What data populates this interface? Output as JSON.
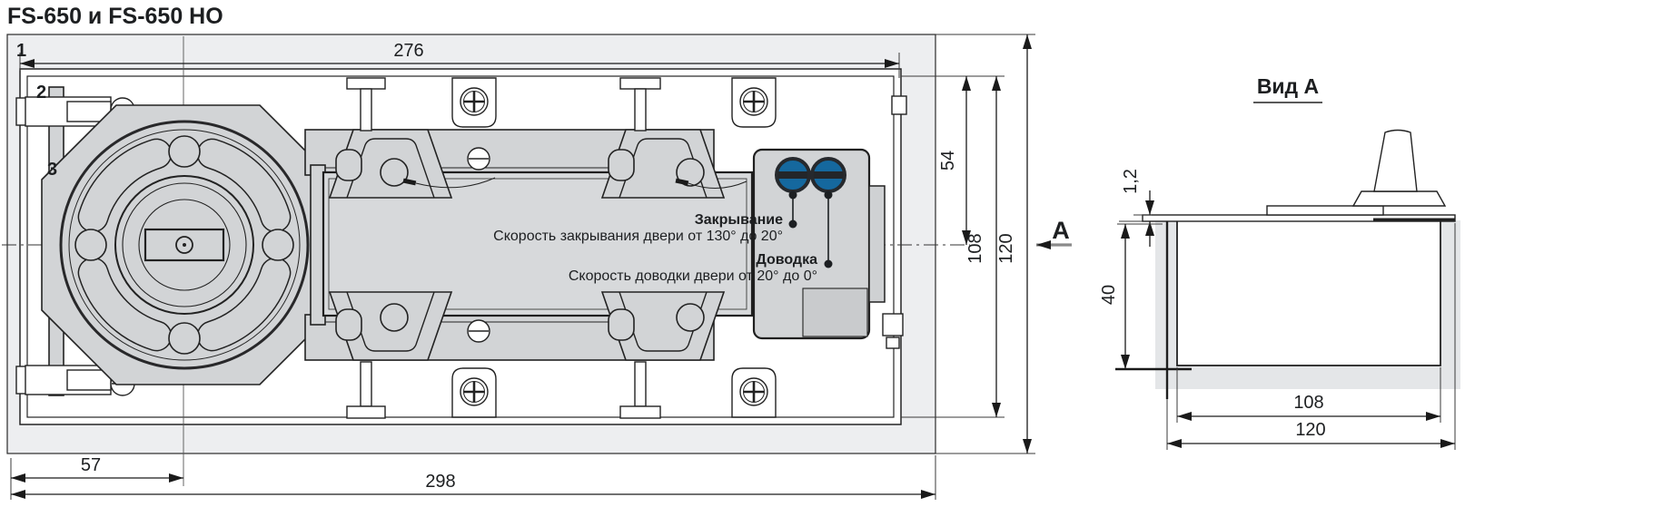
{
  "title": "FS-650 и FS-650 HO",
  "colors": {
    "body_gray": "#d2d4d6",
    "floor_gray": "#edeef0",
    "valve_blue": "#15689e",
    "line": "#222222"
  },
  "main_view": {
    "callouts": [
      "1",
      "2",
      "3"
    ],
    "dimensions": {
      "lid_width": "276",
      "spindle_offset": "57",
      "box_length": "298",
      "half_height": "54",
      "body_height": "108",
      "box_height": "120"
    },
    "section_label": "А",
    "valves": [
      {
        "name": "Закрывание",
        "description": "Скорость закрывания двери от 130° до 20°"
      },
      {
        "name": "Доводка",
        "description": "Скорость доводки двери от 20° до 0°"
      }
    ]
  },
  "side_view": {
    "title": "Вид А",
    "dimensions": {
      "lid_thickness": "1,2",
      "depth": "40",
      "inner_width": "108",
      "outer_width": "120"
    }
  }
}
